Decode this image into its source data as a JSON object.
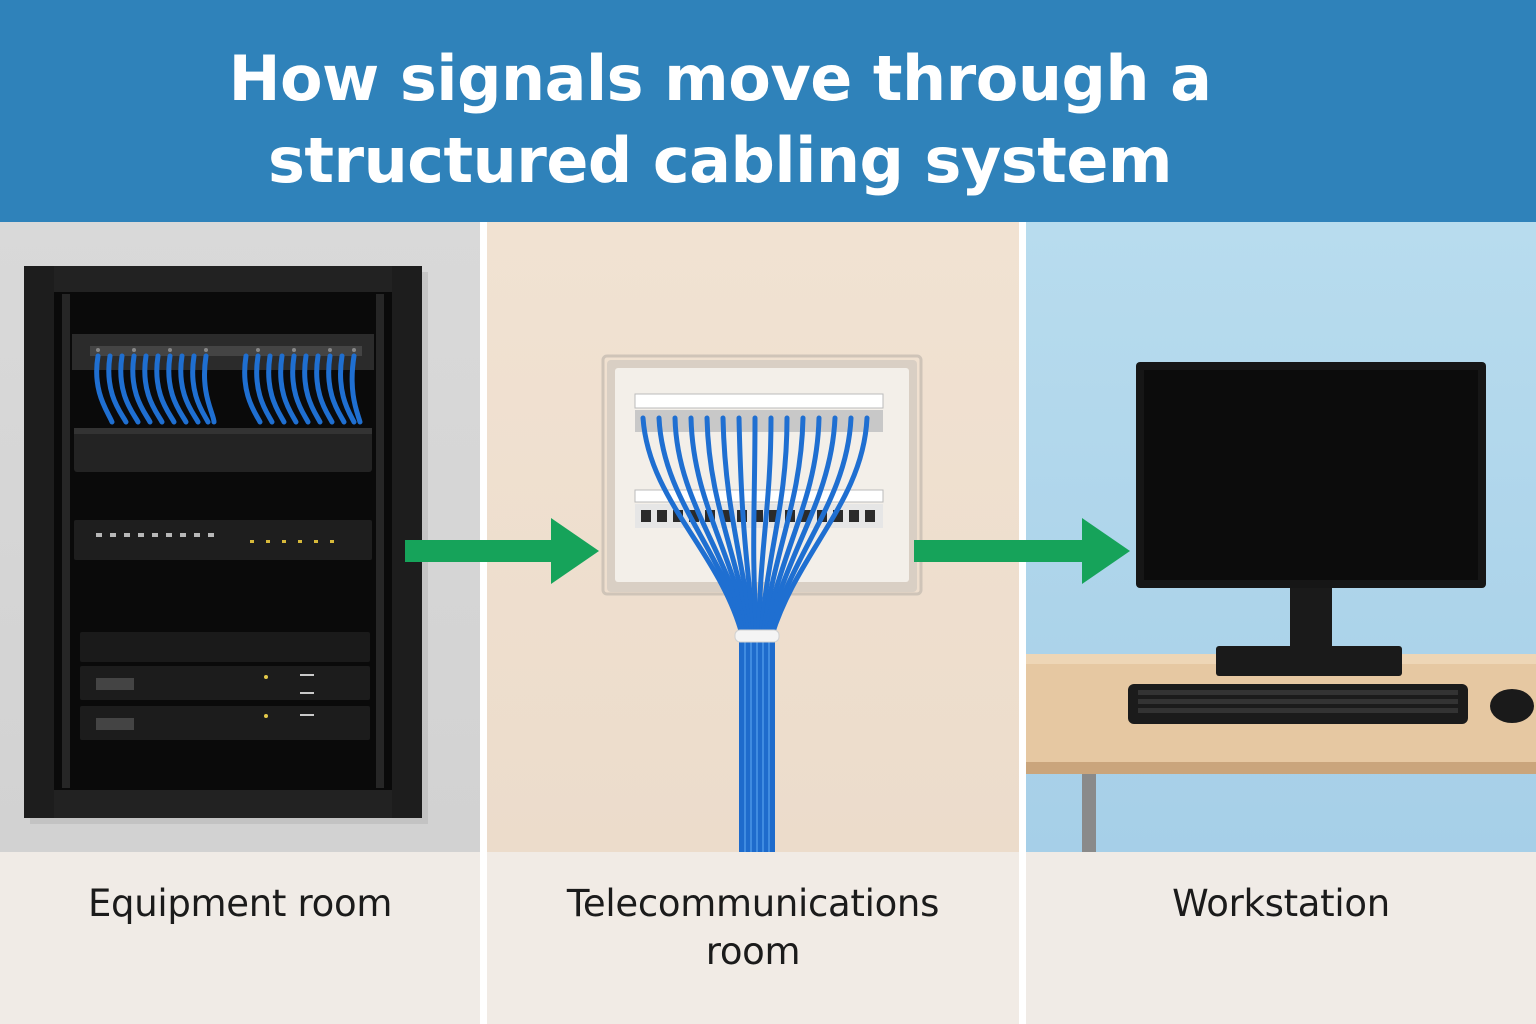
{
  "header": {
    "title": "How signals move through a structured cabling system",
    "background": "#2f82ba"
  },
  "stages": [
    {
      "label": "Equipment room",
      "icon": "server-rack-icon"
    },
    {
      "label": "Telecommunications room",
      "icon": "patch-panel-icon"
    },
    {
      "label": "Workstation",
      "icon": "computer-monitor-icon"
    }
  ],
  "colors": {
    "arrow": "#16a35a",
    "cable": "#1f6fd1"
  }
}
